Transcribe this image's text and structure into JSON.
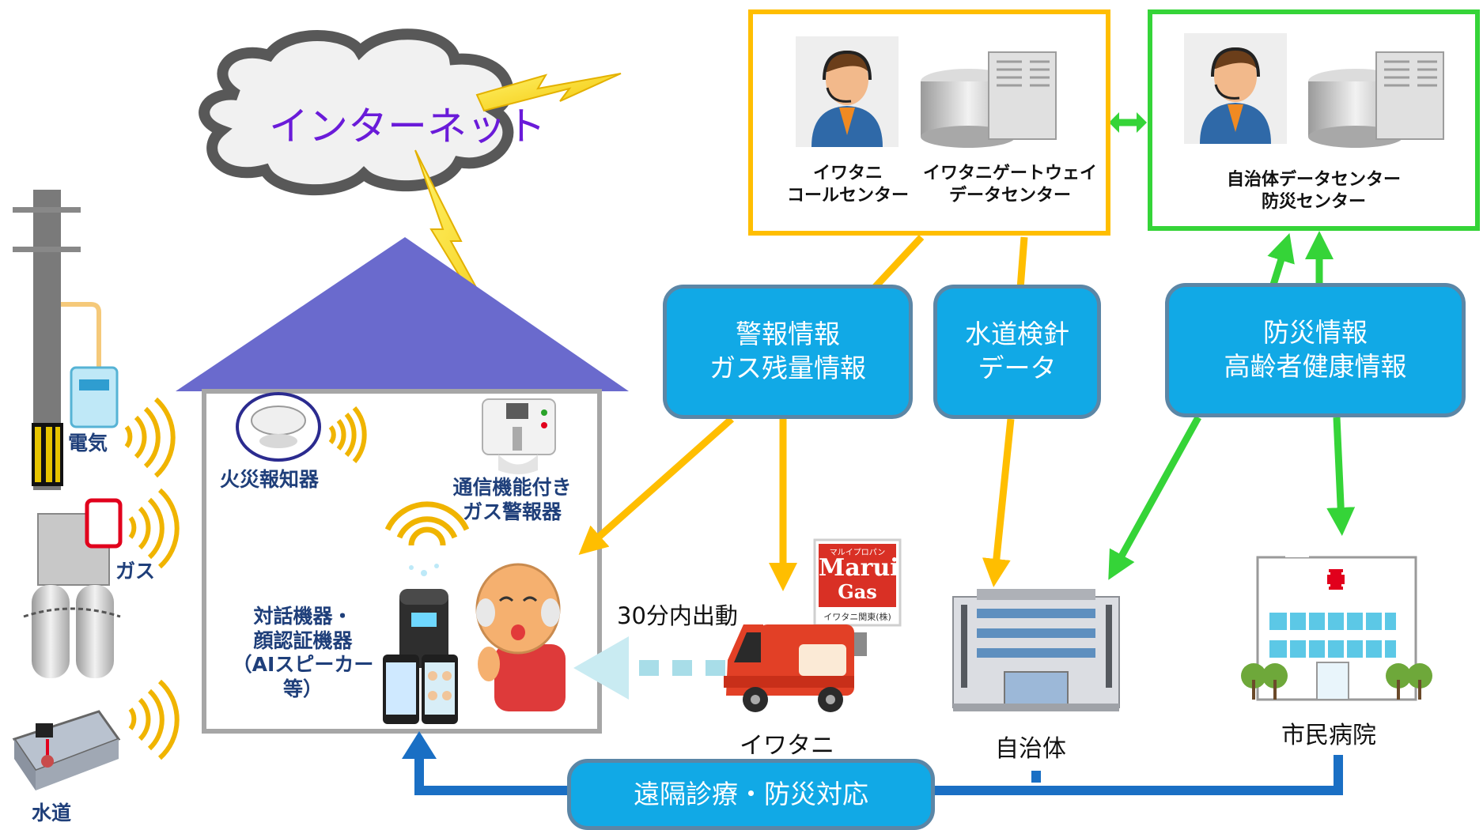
{
  "cloud": {
    "label": "インターネット"
  },
  "utilities": {
    "electric": "電気",
    "gas": "ガス",
    "water": "水道"
  },
  "house": {
    "smoke_detector": "火災報知器",
    "gas_alarm": [
      "通信機能付き",
      "ガス警報器"
    ],
    "ai_device": [
      "対話機器・",
      "顔認証機器",
      "（AIスピーカー",
      "等）"
    ]
  },
  "iwatani_center": {
    "call_center": [
      "イワタニ",
      "コールセンター"
    ],
    "gateway": [
      "イワタニゲートウェイ",
      "データセンター"
    ]
  },
  "municipal_center": {
    "label": [
      "自治体データセンター",
      "防災センター"
    ]
  },
  "info_boxes": {
    "alarm": [
      "警報情報",
      "ガス残量情報"
    ],
    "water": [
      "水道検針",
      "データ"
    ],
    "disaster": [
      "防災情報",
      "高齢者健康情報"
    ],
    "telemedicine": "遠隔診療・防災対応"
  },
  "entities": {
    "iwatani": "イワタニ",
    "municipality": "自治体",
    "hospital": "市民病院",
    "dispatch": "30分内出動"
  },
  "sign": {
    "top": "マルイプロパン",
    "brand1": "Marui",
    "brand2": "Gas",
    "company": "イワタニ関東(株)"
  },
  "colors": {
    "orange": "#ffbe00",
    "green": "#35d438",
    "blue_box": "#11a9e6",
    "blue_arrow": "#1a6fc4",
    "roof": "#6a6acd"
  }
}
